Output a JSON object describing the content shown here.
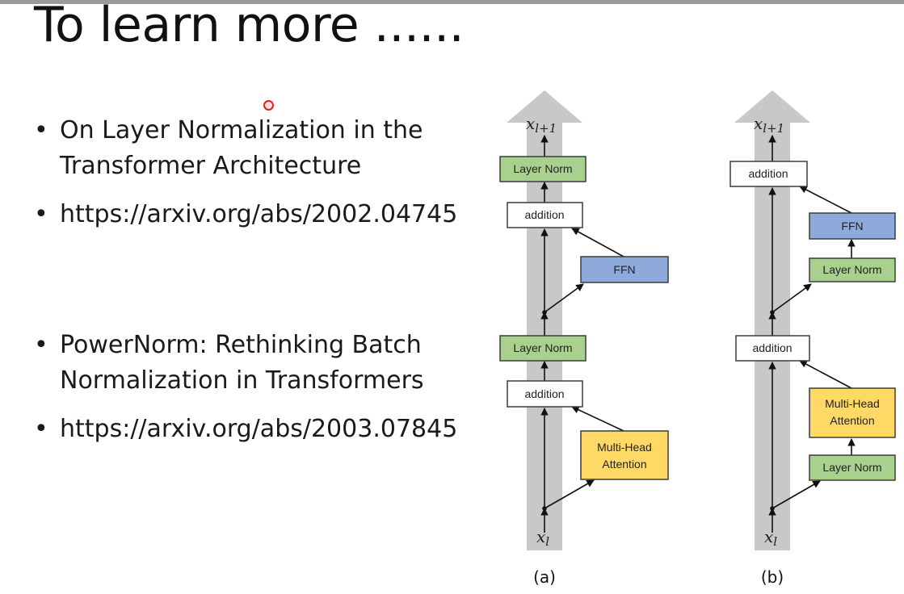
{
  "slide": {
    "title": "To learn more ......",
    "bullets": [
      "On Layer Normalization in the Transformer Architecture",
      "https://arxiv.org/abs/2002.04745",
      "PowerNorm: Rethinking Batch Normalization in Transformers",
      "https://arxiv.org/abs/2003.07845"
    ]
  },
  "diagram": {
    "colors": {
      "layer_norm": "#a9d18e",
      "ffn": "#8eaadb",
      "attention": "#ffd966",
      "addition": "#ffffff",
      "column": "#c8c8c8"
    },
    "a": {
      "caption": "(a)",
      "top_label": "x",
      "top_sub": "l+1",
      "bottom_label": "x",
      "bottom_sub": "l",
      "layer_norm_top": "Layer Norm",
      "addition_top": "addition",
      "ffn": "FFN",
      "layer_norm_mid": "Layer Norm",
      "addition_bottom": "addition",
      "attention_line1": "Multi-Head",
      "attention_line2": "Attention"
    },
    "b": {
      "caption": "(b)",
      "top_label": "x",
      "top_sub": "l+1",
      "bottom_label": "x",
      "bottom_sub": "l",
      "addition_top": "addition",
      "ffn": "FFN",
      "layer_norm_top": "Layer Norm",
      "addition_bottom": "addition",
      "attention_line1": "Multi-Head",
      "attention_line2": "Attention",
      "layer_norm_bottom": "Layer Norm"
    }
  }
}
